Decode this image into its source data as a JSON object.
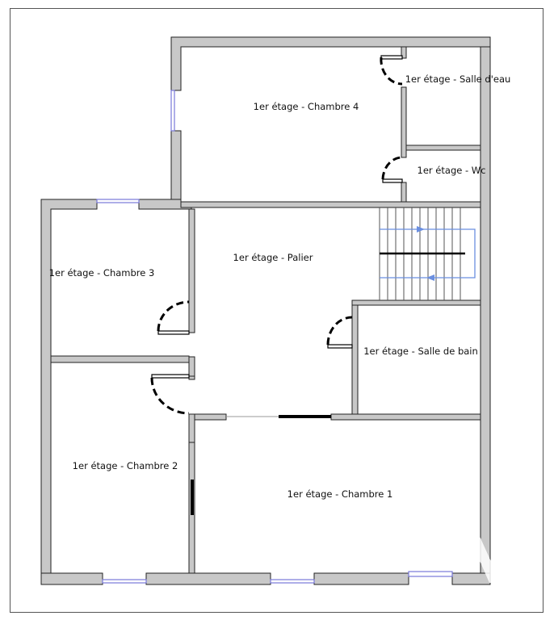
{
  "plan": {
    "rooms": {
      "chambre4": "1er étage - Chambre 4",
      "salle_eau": "1er étage - Salle d'eau",
      "wc": "1er étage - Wc",
      "chambre3": "1er étage - Chambre 3",
      "palier": "1er étage - Palier",
      "salle_bain": "1er étage - Salle de bain",
      "chambre2": "1er étage - Chambre 2",
      "chambre1": "1er étage - Chambre 1"
    },
    "colors": {
      "wall_fill": "#c8c8c8",
      "wall_stroke": "#222222",
      "window": "#7878d8",
      "stair_arrow": "#6b8fe0",
      "door": "#000000"
    },
    "icons": {
      "door": "door-swing-icon",
      "window": "window-icon",
      "stairs": "staircase-icon"
    }
  }
}
